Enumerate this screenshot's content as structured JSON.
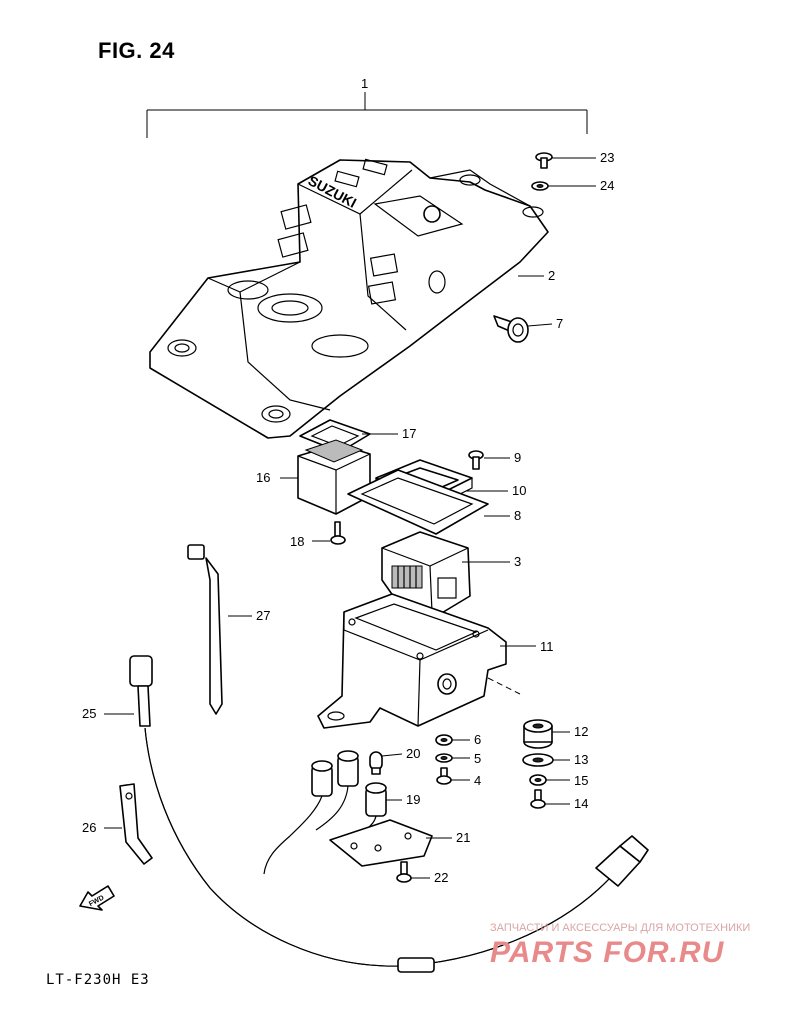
{
  "figure": {
    "title": "FIG. 24",
    "model": "LT-F230H  E3",
    "brand_mark": "SUZUKI",
    "fwd_label": "FWD"
  },
  "watermark": {
    "line1": "ЗАПЧАСТИ И АКСЕССУАРЫ ДЛЯ МОТОТЕХНИКИ",
    "line2": "PARTS FOR.RU"
  },
  "callouts": [
    {
      "id": "1",
      "label": "1"
    },
    {
      "id": "2",
      "label": "2"
    },
    {
      "id": "3",
      "label": "3"
    },
    {
      "id": "4",
      "label": "4"
    },
    {
      "id": "5",
      "label": "5"
    },
    {
      "id": "6",
      "label": "6"
    },
    {
      "id": "7",
      "label": "7"
    },
    {
      "id": "8",
      "label": "8"
    },
    {
      "id": "9",
      "label": "9"
    },
    {
      "id": "10",
      "label": "10"
    },
    {
      "id": "11",
      "label": "11"
    },
    {
      "id": "12",
      "label": "12"
    },
    {
      "id": "13",
      "label": "13"
    },
    {
      "id": "14",
      "label": "14"
    },
    {
      "id": "15",
      "label": "15"
    },
    {
      "id": "16",
      "label": "16"
    },
    {
      "id": "17",
      "label": "17"
    },
    {
      "id": "18",
      "label": "18"
    },
    {
      "id": "19",
      "label": "19"
    },
    {
      "id": "20",
      "label": "20"
    },
    {
      "id": "21",
      "label": "21"
    },
    {
      "id": "22",
      "label": "22"
    },
    {
      "id": "23",
      "label": "23"
    },
    {
      "id": "24",
      "label": "24"
    },
    {
      "id": "25",
      "label": "25"
    },
    {
      "id": "26",
      "label": "26"
    },
    {
      "id": "27",
      "label": "27"
    }
  ]
}
